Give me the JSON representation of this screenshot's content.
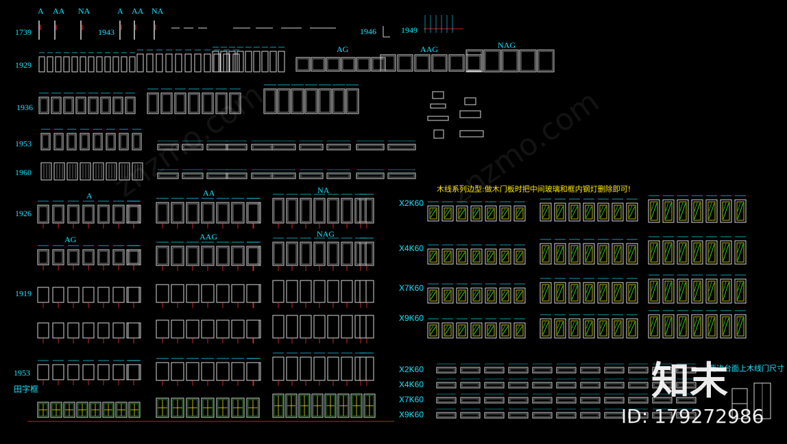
{
  "colors": {
    "background": "#000000",
    "label": "#19e6ff",
    "note": "#ffea00",
    "frame": "#d8d8d8",
    "accent_red": "#ff3030",
    "glass_green": "#3cff3c",
    "glass_yellow": "#e6e600"
  },
  "row_labels": {
    "r1739": "1739",
    "r1943": "1943",
    "r1946": "1946",
    "r1949": "1949",
    "r1929": "1929",
    "r1936": "1936",
    "r1953a": "1953",
    "r1960": "1960",
    "r1926": "1926",
    "r1919": "1919",
    "r1953b": "1953",
    "tianzikuang": "田字框"
  },
  "group_labels": {
    "a1": "A",
    "aa1": "AA",
    "na1": "NA",
    "a2": "A",
    "aa2": "AA",
    "na2": "NA",
    "ag": "AG",
    "aag": "AAG",
    "nag": "NAG",
    "a3": "A",
    "aa3": "AA",
    "na3": "NA",
    "ag2": "AG",
    "aag2": "AAG",
    "nag2": "NAG"
  },
  "series_labels": {
    "s1": "X2K60",
    "s2": "X4K60",
    "s3": "X7K60",
    "s4": "X9K60",
    "s5": "X2K60",
    "s6": "X4K60",
    "s7": "X7K60",
    "s8": "X9K60"
  },
  "notes": {
    "mu_xian": "木线系列边型:做木门板时把中间玻璃和框内钢灯删除即可!",
    "side_caption": "两边台面上木线门尺寸"
  },
  "watermark": {
    "brand": "知末",
    "id_text": "ID: 179272986"
  }
}
